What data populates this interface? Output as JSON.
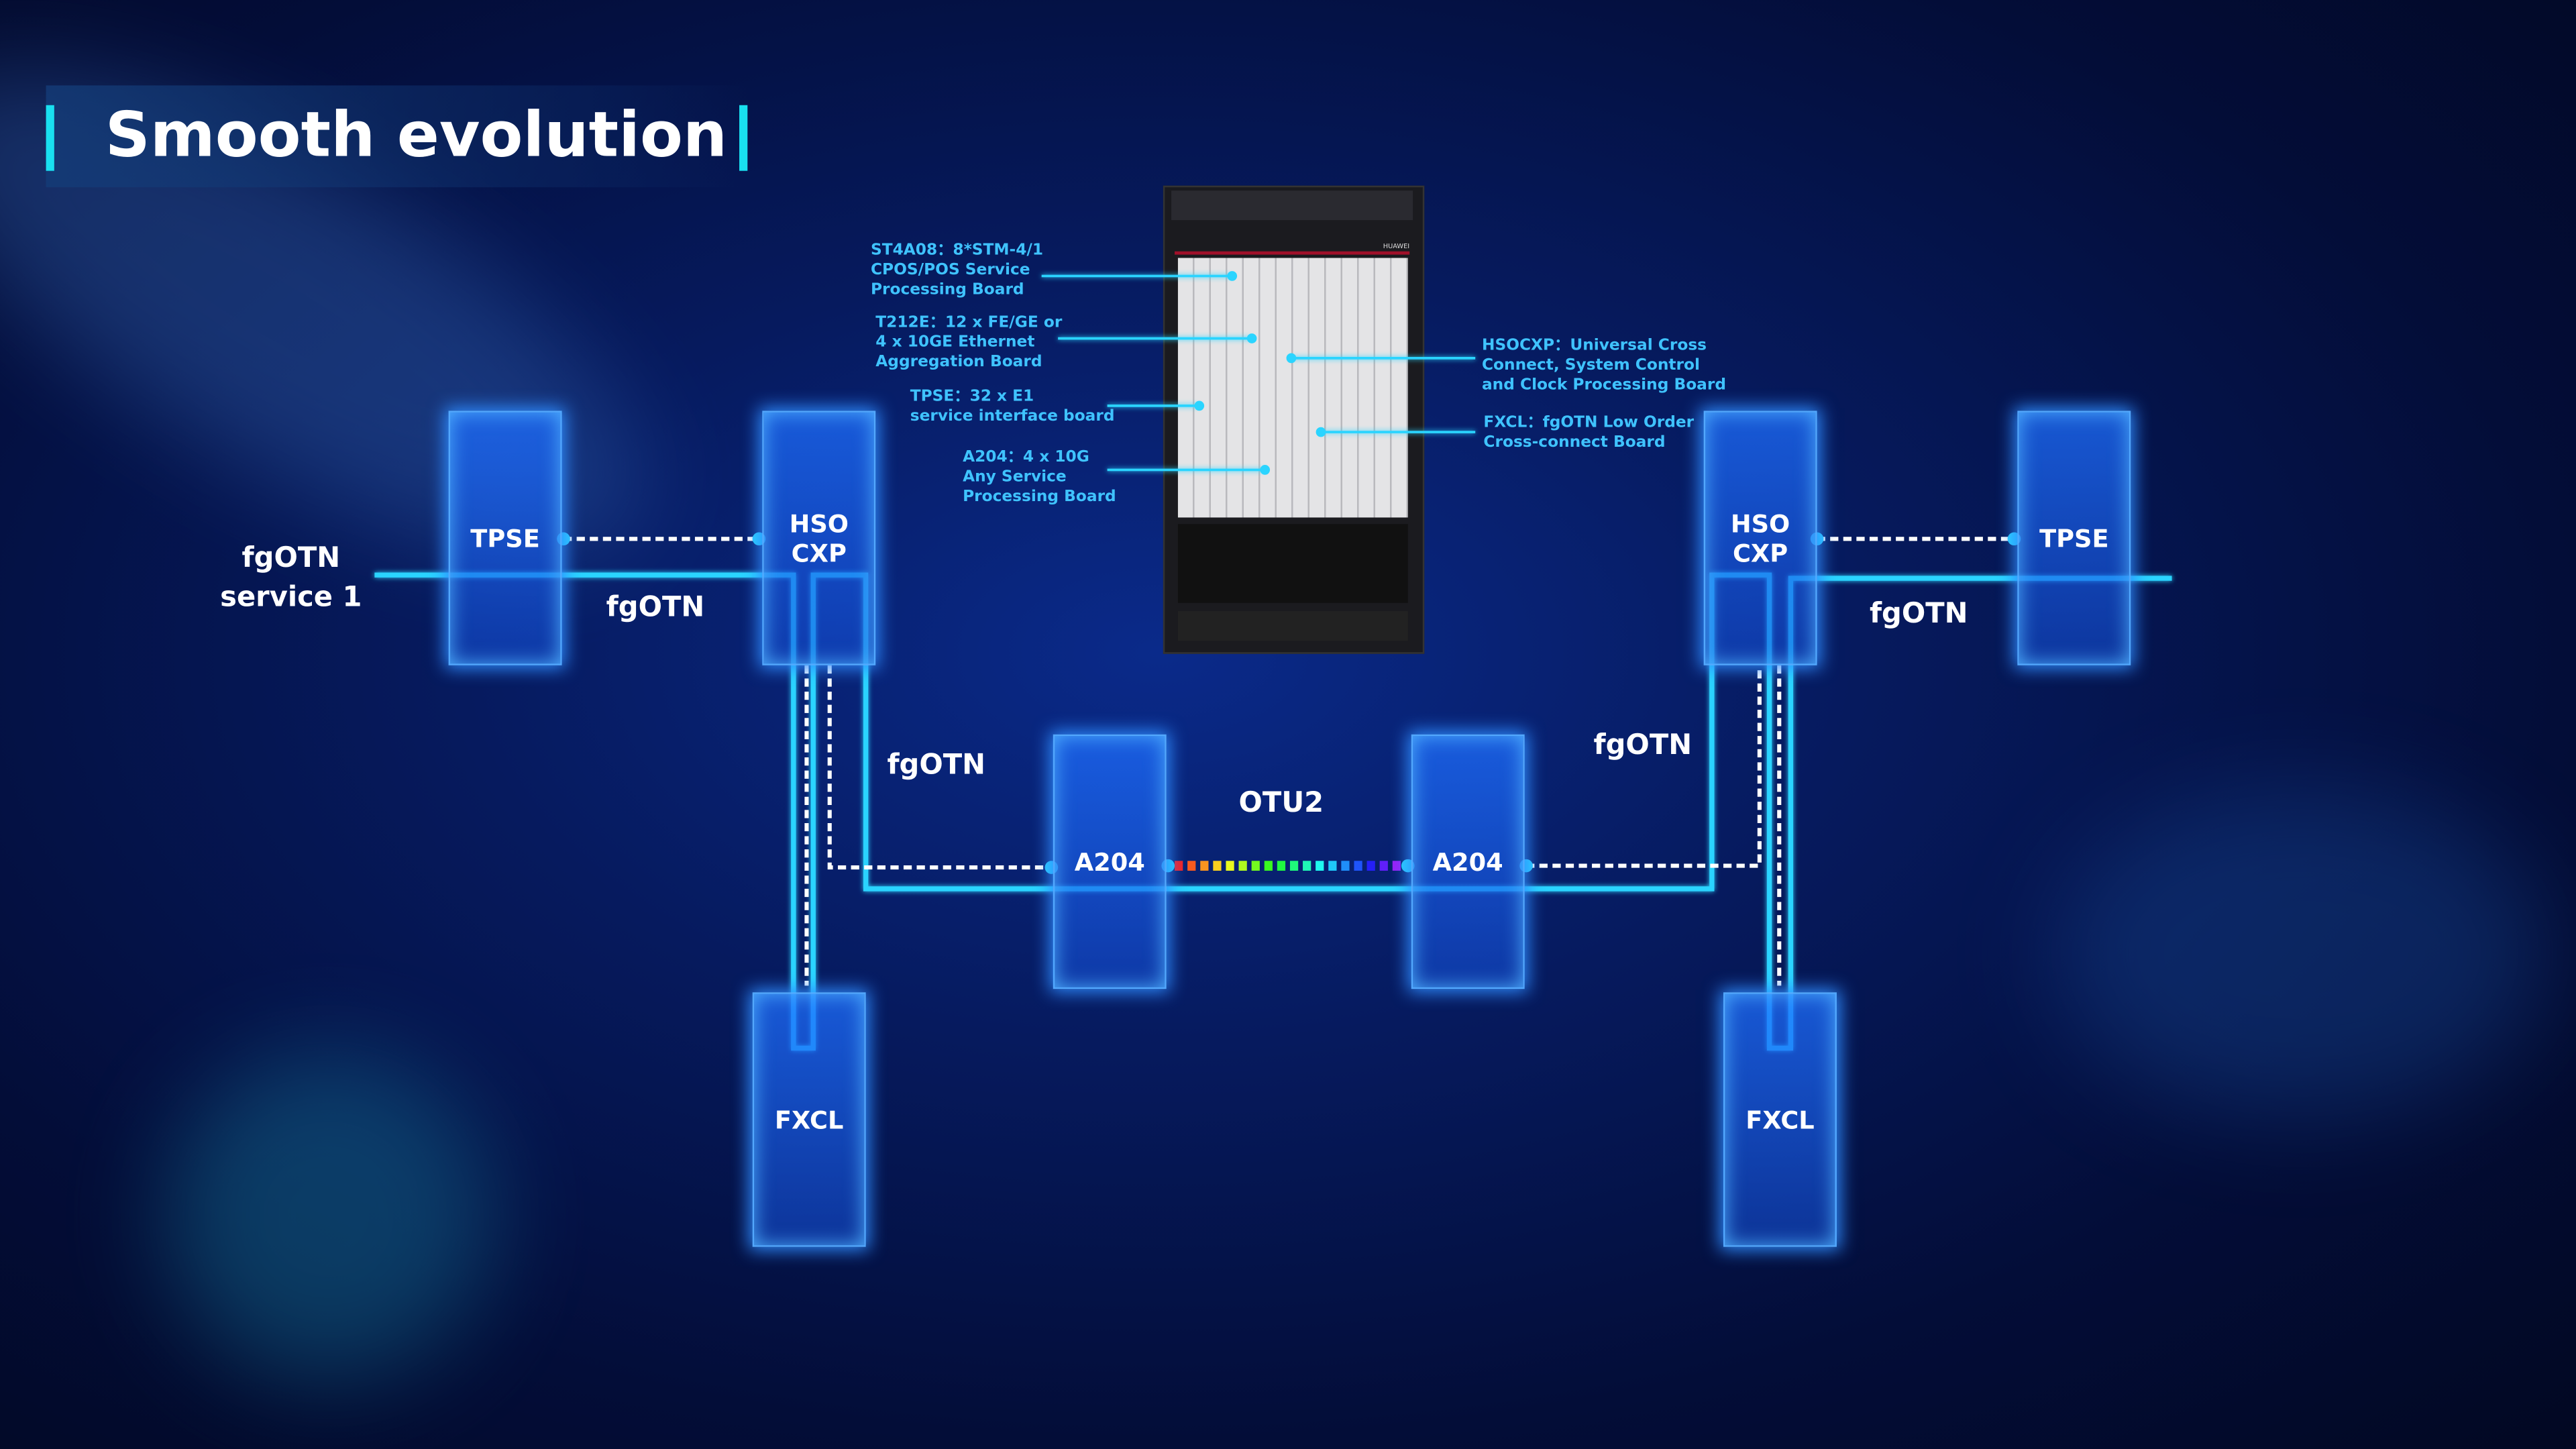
{
  "title": "Smooth evolution",
  "nodes": {
    "tpse_left": "TPSE",
    "hsocxp_left": "HSO\nCXP",
    "fxcl_left": "FXCL",
    "a204_left": "A204",
    "a204_right": "A204",
    "hsocxp_right": "HSO\nCXP",
    "fxcl_right": "FXCL",
    "tpse_right": "TPSE"
  },
  "link_labels": {
    "service": "fgOTN\nservice 1",
    "fgotn_left_top": "fgOTN",
    "fgotn_left_mid": "fgOTN",
    "otu2": "OTU2",
    "fgotn_right_mid": "fgOTN",
    "fgotn_right_top": "fgOTN"
  },
  "chassis_labels": {
    "st4a08": "ST4A08：8*STM-4/1\nCPOS/POS Service\nProcessing Board",
    "t212e": "T212E：12 x FE/GE or\n4 x 10GE Ethernet\nAggregation Board",
    "tpse": "TPSE：32 x E1\nservice interface board",
    "a204": "A204：4 x 10G\nAny Service\nProcessing Board",
    "hsocxp": "HSOCXP：Universal Cross\nConnect, System Control\nand Clock Processing Board",
    "fxcl": "FXCL：fgOTN Low Order\nCross-connect Board"
  },
  "chassis_brand": "HUAWEI",
  "colors": {
    "accent": "#19e0f0",
    "line": "#2ad4ff",
    "label": "#3fc3ff",
    "node": "#1e6eff"
  }
}
